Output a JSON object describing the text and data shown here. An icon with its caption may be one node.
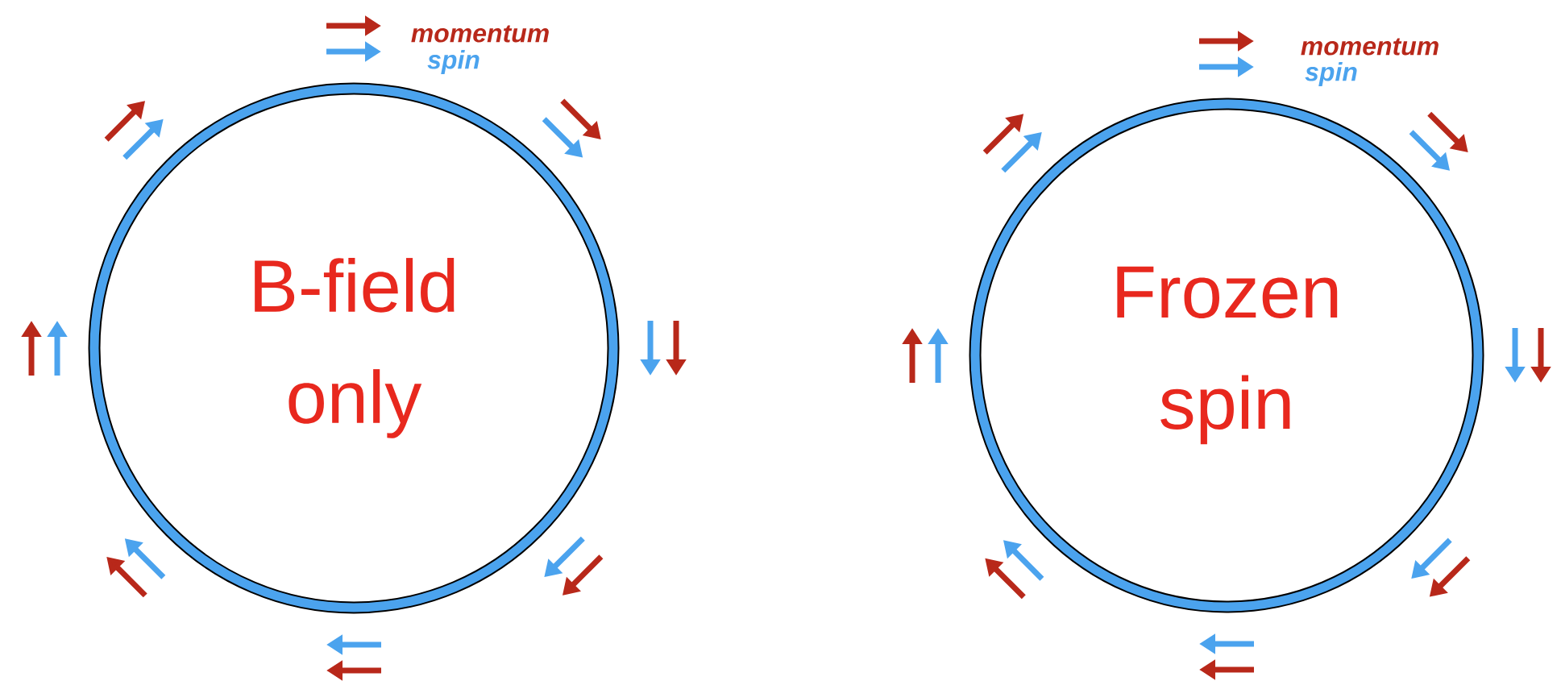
{
  "diagram": {
    "nodes": [
      {
        "text": [
          "B-field only"
        ]
      },
      {
        "text": [
          "Frozen spin"
        ]
      }
    ],
    "labels": [
      "momentum",
      "spin",
      "momentum",
      "spin"
    ]
  }
}
